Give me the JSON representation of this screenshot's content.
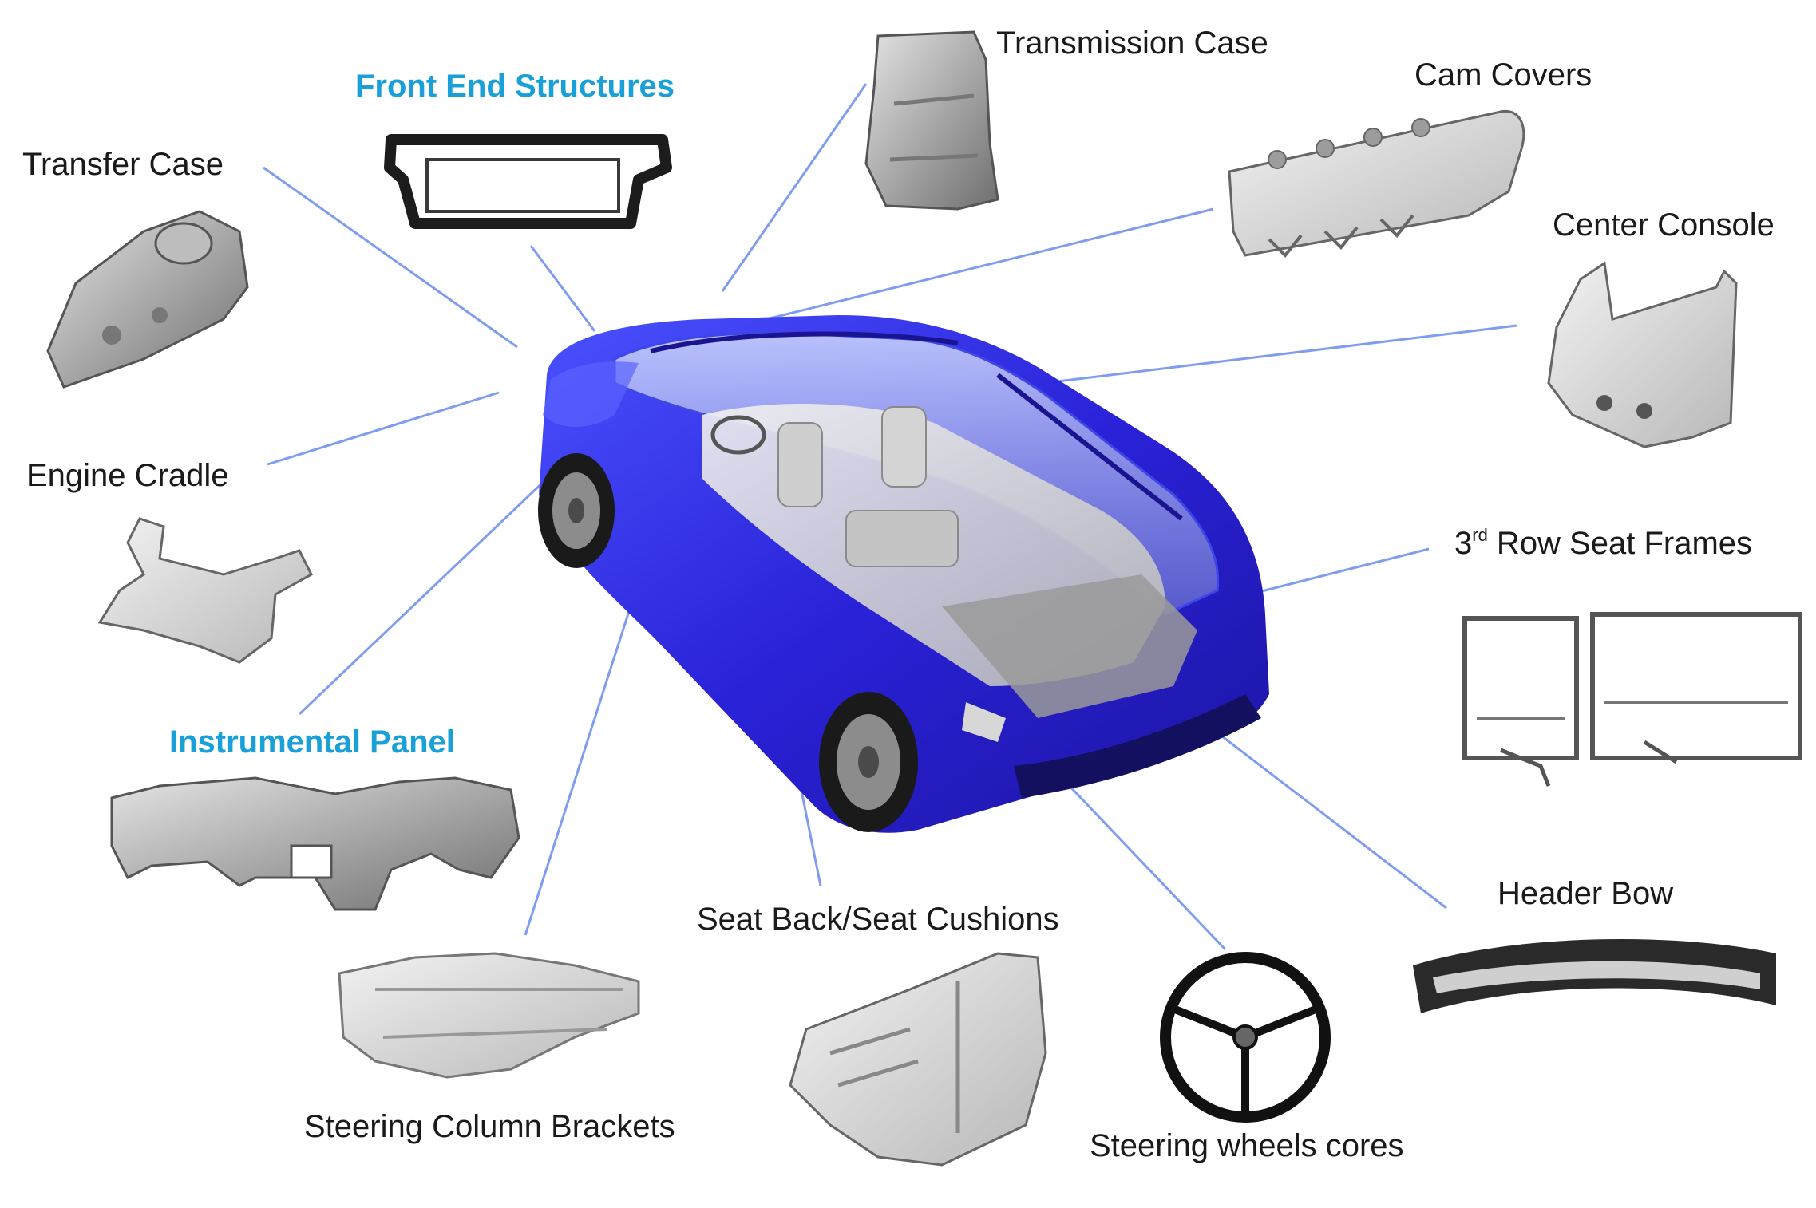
{
  "diagram": {
    "center_image": "cutaway-vehicle-blue",
    "leader_line_color": "#7f9df0",
    "highlight_color": "#1aa0d8",
    "text_color": "#1a1a1a",
    "parts": {
      "transfer_case": {
        "label": "Transfer Case",
        "icon": "transfer-case-casting"
      },
      "front_end_structures": {
        "label": "Front End Structures",
        "highlight": true,
        "icon": "front-end-frame"
      },
      "transmission_case": {
        "label": "Transmission Case",
        "icon": "transmission-housing"
      },
      "cam_covers": {
        "label": "Cam Covers",
        "icon": "cam-cover"
      },
      "center_console": {
        "label": "Center Console",
        "icon": "console-bracket"
      },
      "engine_cradle": {
        "label": "Engine Cradle",
        "icon": "engine-cradle"
      },
      "third_row_seat_frames": {
        "label_prefix": "3",
        "label_sup": "rd",
        "label_rest": " Row Seat Frames",
        "icon": "seat-frames"
      },
      "instrumental_panel": {
        "label": "Instrumental Panel",
        "highlight": true,
        "icon": "ip-beam"
      },
      "header_bow": {
        "label": "Header Bow",
        "icon": "header-bow"
      },
      "seat_back": {
        "label": "Seat Back/Seat Cushions",
        "icon": "seat-back-frame"
      },
      "steering_column_brackets": {
        "label": "Steering Column Brackets",
        "icon": "column-bracket"
      },
      "steering_wheels_cores": {
        "label": "Steering wheels cores",
        "icon": "steering-wheel"
      }
    }
  }
}
